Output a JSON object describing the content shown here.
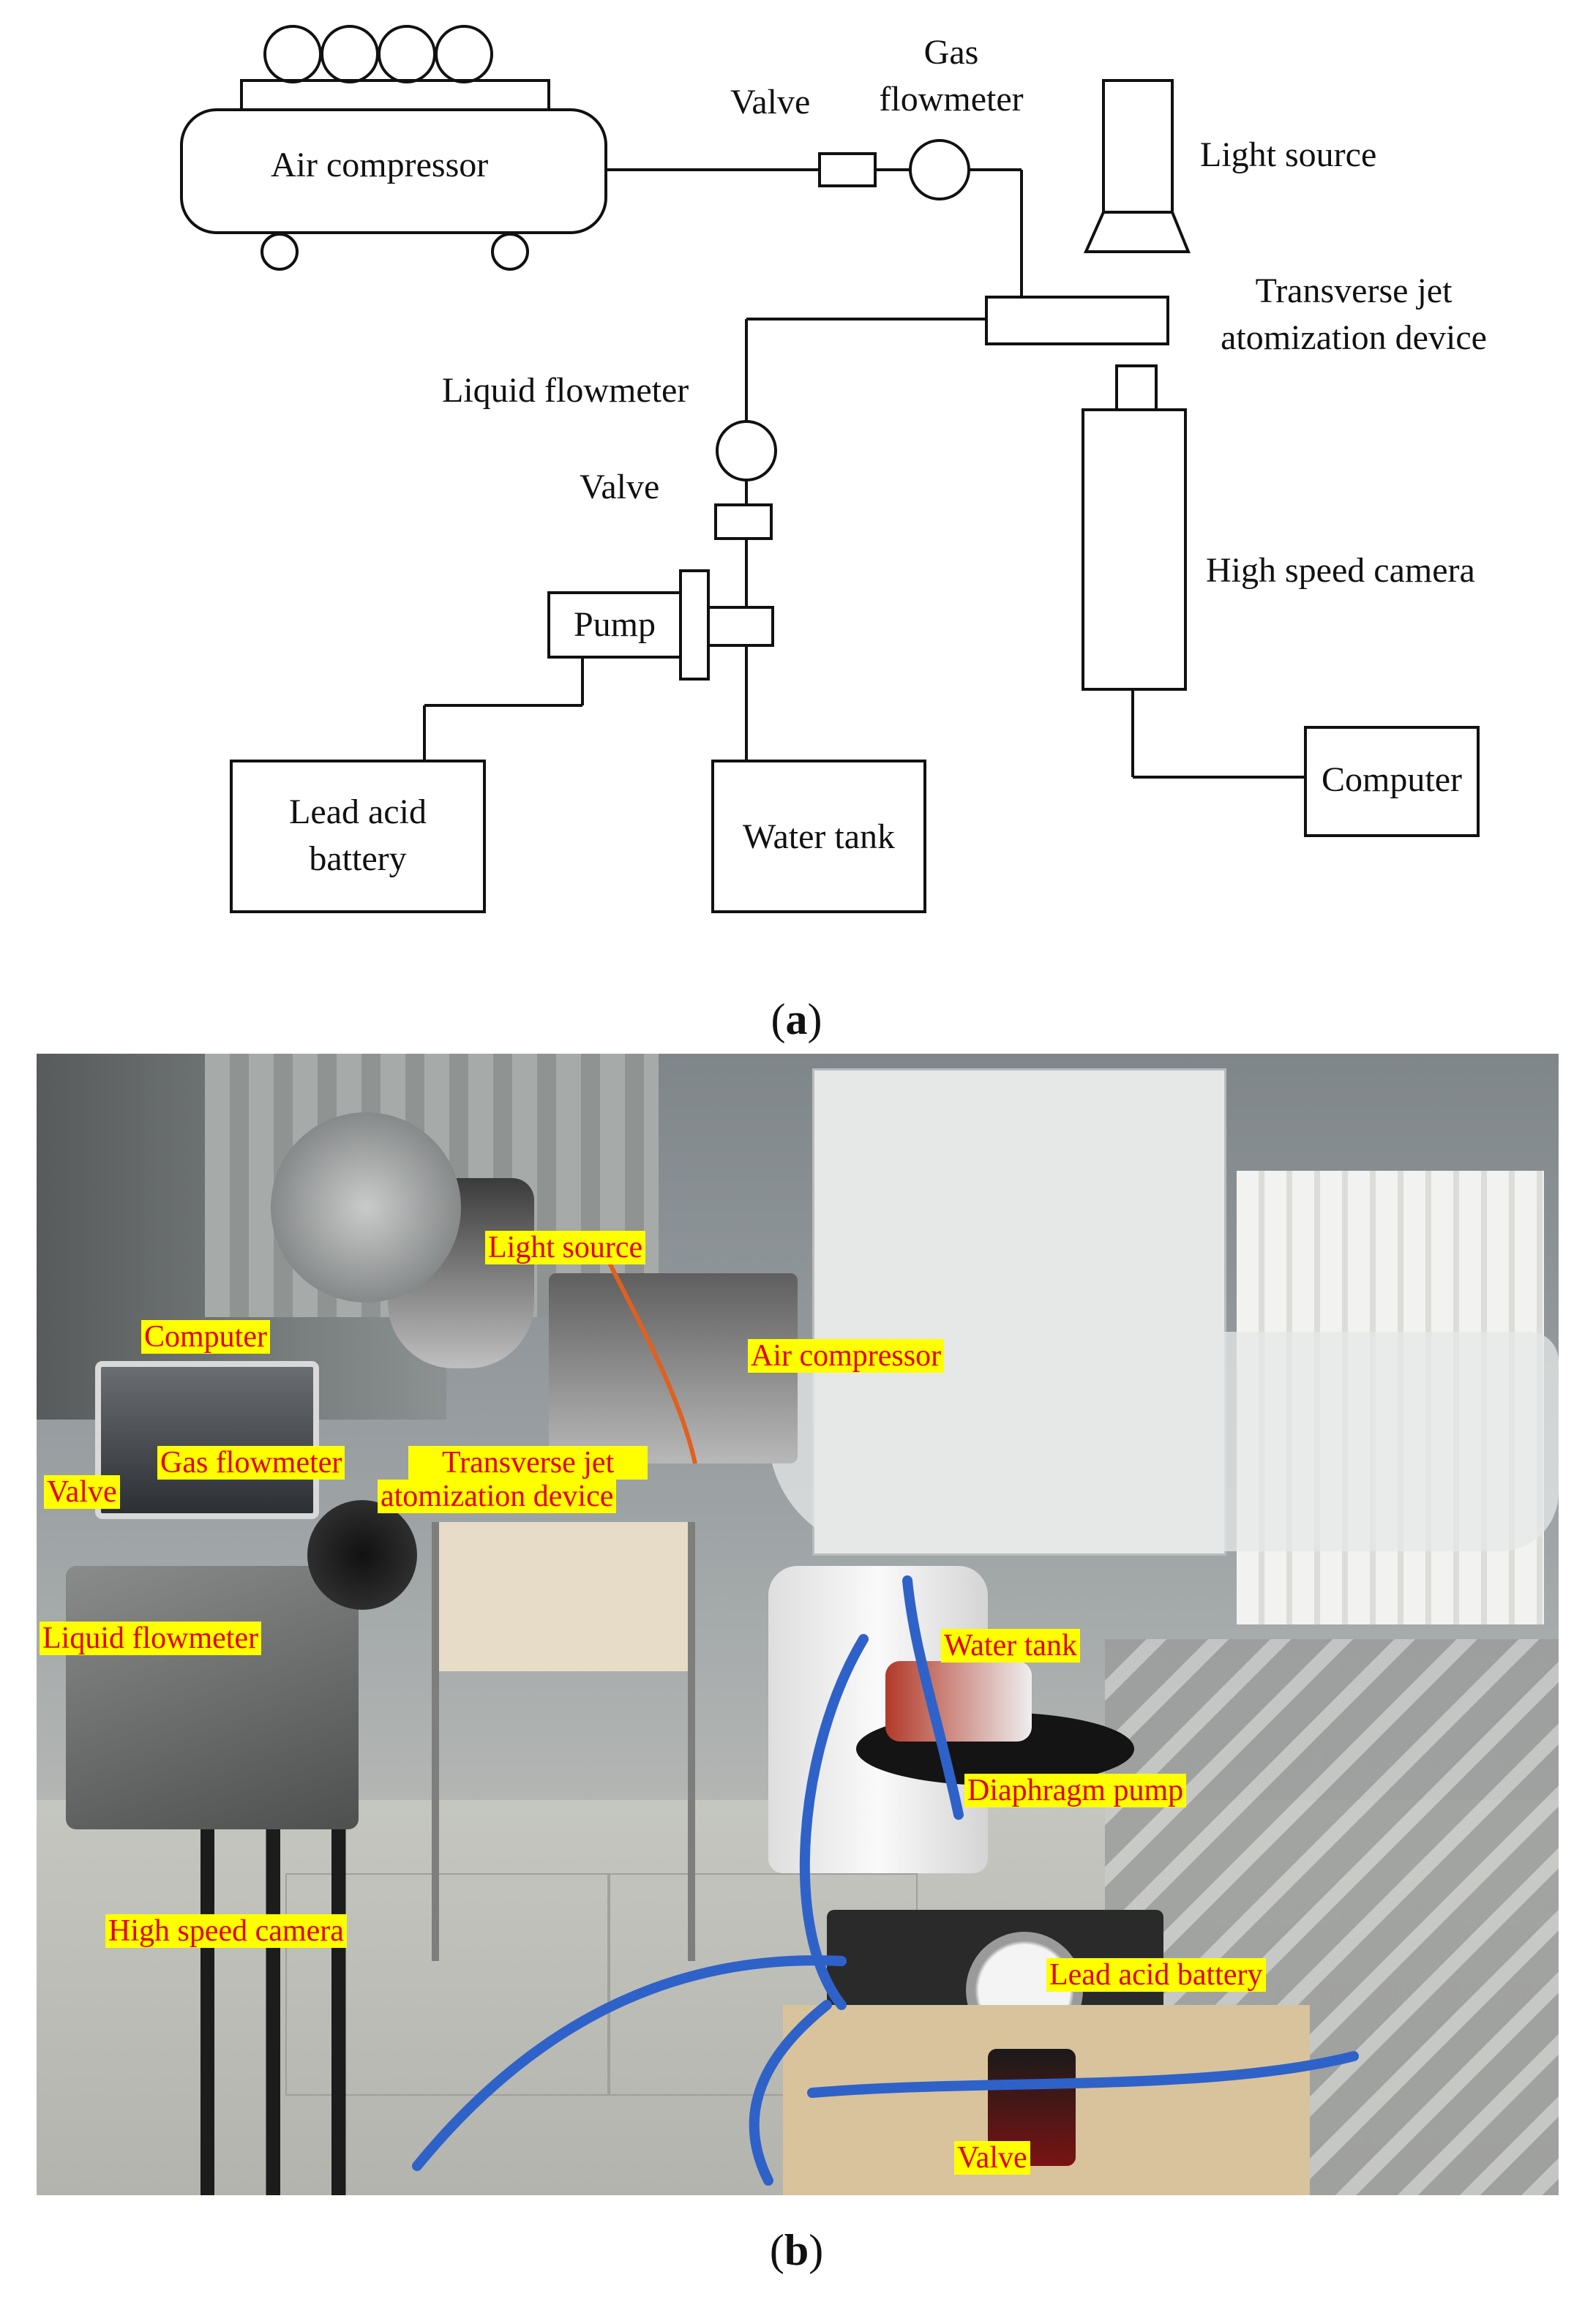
{
  "schematic": {
    "labels": {
      "air_compressor": "Air compressor",
      "valve_top": "Valve",
      "gas_flowmeter_1": "Gas",
      "gas_flowmeter_2": "flowmeter",
      "light_source": "Light source",
      "transverse_1": "Transverse jet",
      "transverse_2": "atomization device",
      "liquid_flowmeter": "Liquid flowmeter",
      "valve_mid": "Valve",
      "pump": "Pump",
      "high_speed_camera": "High speed camera",
      "lead_acid_1": "Lead acid",
      "lead_acid_2": "battery",
      "water_tank": "Water tank",
      "computer": "Computer"
    },
    "caption_open": "(",
    "caption_letter": "a",
    "caption_close": ")"
  },
  "photo": {
    "tags": {
      "light_source": "Light source",
      "computer": "Computer",
      "air_compressor": "Air compressor",
      "gas_flowmeter": "Gas flowmeter",
      "transverse_1": "Transverse jet",
      "transverse_2": "atomization device",
      "valve_left": "Valve",
      "liquid_flowmeter": "Liquid flowmeter",
      "water_tank": "Water tank",
      "diaphragm_pump": "Diaphragm pump",
      "high_speed_camera": "High speed camera",
      "lead_acid_battery": "Lead acid battery",
      "valve_bottom": "Valve"
    },
    "tag_colors": {
      "background": "#ffff00",
      "text": "#e00000"
    },
    "caption_open": "(",
    "caption_letter": "b",
    "caption_close": ")"
  }
}
